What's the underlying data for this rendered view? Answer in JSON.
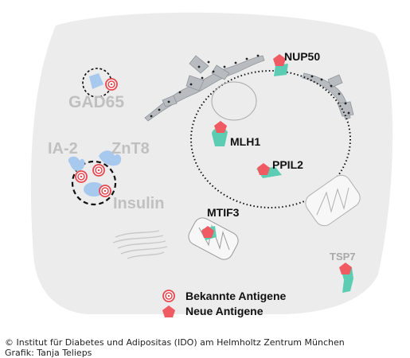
{
  "labels": {
    "gad65": "GAD65",
    "ia2": "IA-2",
    "znt8": "ZnT8",
    "insulin": "Insulin",
    "nup50": "NUP50",
    "mlh1": "MLH1",
    "ppil2": "PPIL2",
    "mtif3": "MTIF3",
    "tsp7": "TSP7"
  },
  "legend": {
    "known": "Bekannte Antigene",
    "new": "Neue Antigene"
  },
  "credits": {
    "line1": "© Institut für Diabetes und Adipositas (IDO) am Helmholtz Zentrum München",
    "line2": "Grafik: Tanja Telieps"
  },
  "colors": {
    "cell": "#ececec",
    "known_antigen": "#e8474f",
    "new_antigen": "#f05a63",
    "protein": "#5ccdb3",
    "vesicle_protein": "#a7c9ee"
  }
}
